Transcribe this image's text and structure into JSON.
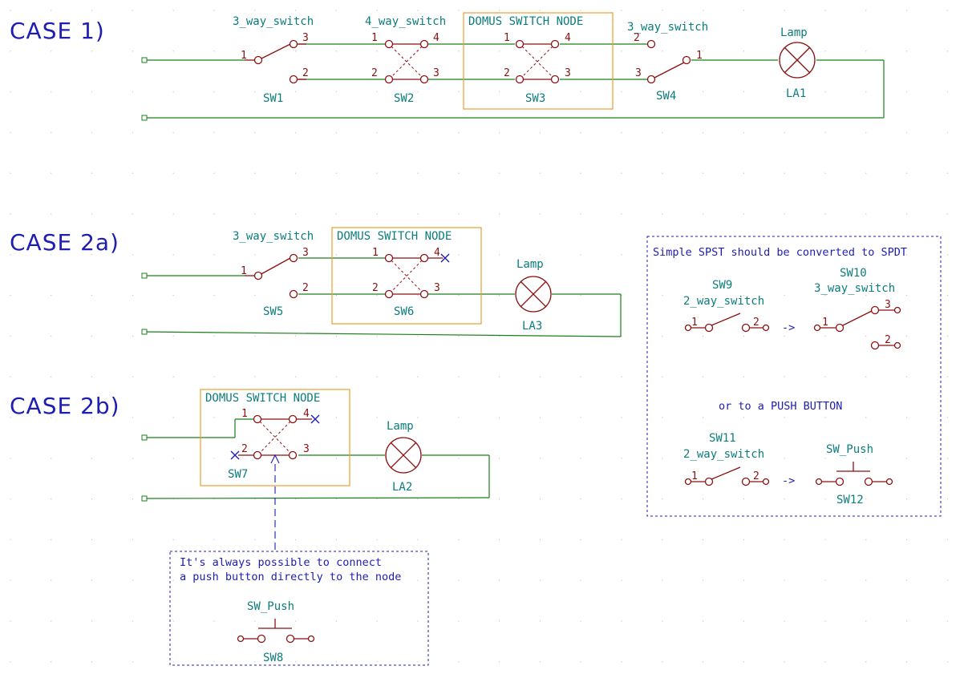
{
  "cases": {
    "case1": "CASE 1)",
    "case2a": "CASE 2a)",
    "case2b": "CASE 2b)"
  },
  "node_title": "DOMUS SWITCH NODE",
  "components": {
    "sw1": {
      "ref": "SW1",
      "value": "3_way_switch"
    },
    "sw2": {
      "ref": "SW2",
      "value": "4_way_switch"
    },
    "sw3": {
      "ref": "SW3"
    },
    "sw4": {
      "ref": "SW4",
      "value": "3_way_switch"
    },
    "la1": {
      "ref": "LA1",
      "value": "Lamp"
    },
    "sw5": {
      "ref": "SW5",
      "value": "3_way_switch"
    },
    "sw6": {
      "ref": "SW6"
    },
    "la3": {
      "ref": "LA3",
      "value": "Lamp"
    },
    "sw7": {
      "ref": "SW7"
    },
    "la2": {
      "ref": "LA2",
      "value": "Lamp"
    },
    "sw8": {
      "ref": "SW8",
      "value": "SW_Push"
    },
    "sw9": {
      "ref": "SW9",
      "value": "2_way_switch"
    },
    "sw10": {
      "ref": "SW10",
      "value": "3_way_switch"
    },
    "sw11": {
      "ref": "SW11",
      "value": "2_way_switch"
    },
    "sw12": {
      "ref": "SW12",
      "value": "SW_Push"
    }
  },
  "pins": {
    "p1": "1",
    "p2": "2",
    "p3": "3",
    "p4": "4"
  },
  "notes": {
    "spst_title": "Simple SPST should be converted to SPDT",
    "arrow": "->",
    "or_push": "or to a PUSH BUTTON",
    "push_line1": "It's always possible to connect",
    "push_line2": "a push button directly to the node"
  },
  "colors": {
    "wire": "#1a7f1a",
    "symbol": "#8b1010",
    "label": "#0b7d7d",
    "note": "#1d1db4",
    "node_box": "#e8a030"
  }
}
